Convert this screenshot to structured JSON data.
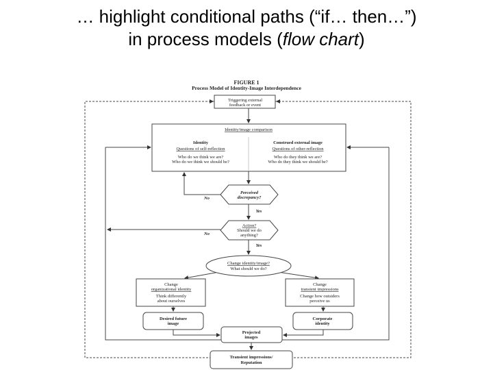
{
  "slide": {
    "title_line1": "… highlight conditional paths (“if… then…”)",
    "title_line2_prefix": "in process models (",
    "title_line2_italic": "flow chart",
    "title_line2_suffix": ")"
  },
  "figure": {
    "label": "FIGURE 1",
    "caption": "Process Model of Identity-Image Interdependence",
    "trigger": [
      "Triggering external",
      "feedback or event"
    ],
    "comparison": {
      "heading": "Identity/image comparison",
      "left": {
        "title": "Identity",
        "subtitle": "Questions of self-reflection",
        "q1": "Who do we think we are?",
        "q2": "Who do we think we should be?"
      },
      "right": {
        "title": "Construed external image",
        "subtitle": "Questions of other-reflection",
        "q1": "Who do they think we are?",
        "q2": "Who do they think we should be?"
      }
    },
    "decision1": [
      "Perceived",
      "discrepancy?"
    ],
    "decision2": {
      "title": "Action?",
      "lines": [
        "Should we do",
        "anything?"
      ]
    },
    "no_label": "No",
    "yes_label": "Yes",
    "change": {
      "title": "Change identity/image?",
      "sub": "What should we do?"
    },
    "left_box": {
      "title": [
        "Change",
        "organizational identity"
      ],
      "sub": [
        "Think differently",
        "about ourselves"
      ]
    },
    "right_box": {
      "title": [
        "Change",
        "transient impressions"
      ],
      "sub": [
        "Change how outsiders",
        "perceive us"
      ]
    },
    "desired": [
      "Desired future",
      "image"
    ],
    "corporate": [
      "Corporate",
      "identity"
    ],
    "projected": [
      "Projected",
      "images"
    ],
    "transient": [
      "Transient impressions/",
      "Reputation"
    ]
  }
}
